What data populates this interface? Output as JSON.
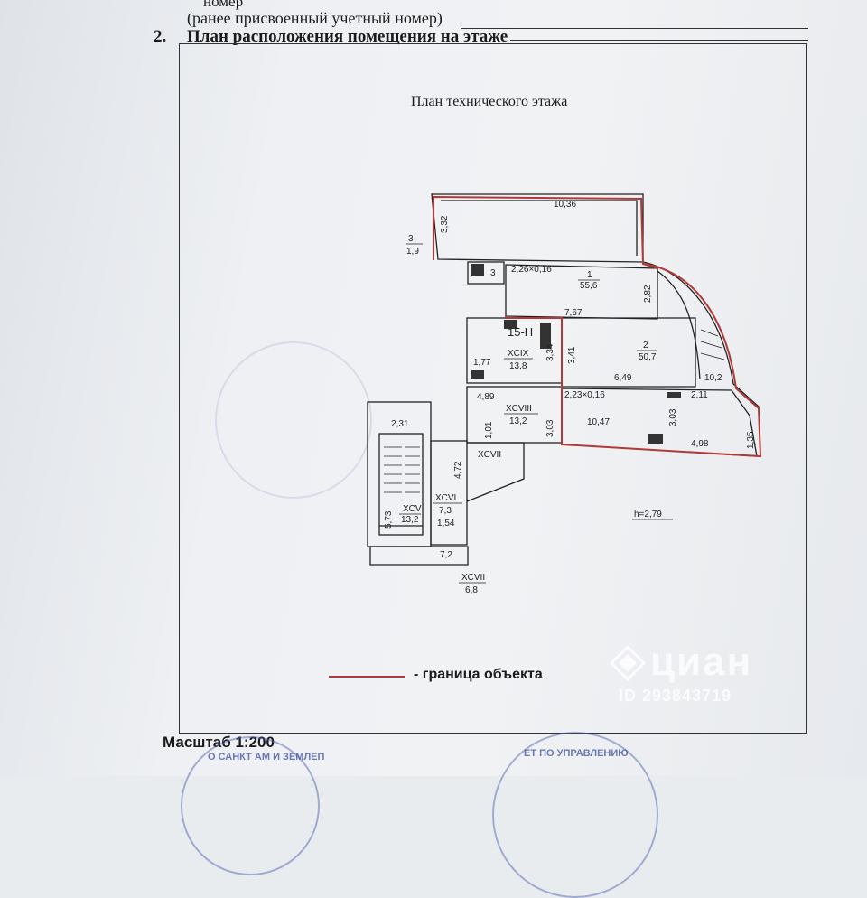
{
  "header": {
    "line1": "номер",
    "line2": "(ранее присвоенный учетный номер)",
    "section_number": "2.",
    "section_title": "План расположения помещения на этаже"
  },
  "plan": {
    "title": "План технического этажа",
    "labels": {
      "r1": "1",
      "r1_area": "55,6",
      "r2": "2",
      "r2_area": "50,7",
      "r3": "3",
      "r3_area": "1,9",
      "r3b": "3",
      "xcix": "XCIX",
      "xcix_area": "13,8",
      "xcviii": "XCVIII",
      "xcviii_area": "13,2",
      "xcvii": "XCVII",
      "xcvii2": "XCVII",
      "xcvii2_area": "6,8",
      "xcvi": "XCVI",
      "xcvi_area": "7,3",
      "xcv": "XCV",
      "xcv_area": "13,2",
      "d1036": "10,36",
      "d332": "3,32",
      "d226": "2,26×0,16",
      "d282": "2,82",
      "d767": "7,67",
      "d15h": "15-Н",
      "d334": "3,34",
      "d341": "3,41",
      "d177": "1,77",
      "d649": "6,49",
      "d102": "10,2",
      "d489": "4,89",
      "d223": "2,23×0,16",
      "d211": "2,11",
      "d101": "1,01",
      "d303a": "3,03",
      "d1047": "10,47",
      "d303b": "3,03",
      "d498": "4,98",
      "d135": "1,35",
      "d231": "2,31",
      "d472": "4,72",
      "d573": "5,73",
      "d154": "1,54",
      "d72": "7,2",
      "h": "h=2,79"
    }
  },
  "legend": {
    "text": "- граница объекта",
    "line_color": "#b03a3a"
  },
  "scale": "Масштаб  1:200",
  "stamps": {
    "left": "О САНКТ\nАМ И ЗЕМЛЕП",
    "right": "ЕТ ПО УПРАВЛЕНИЮ"
  },
  "watermark": {
    "brand": "циан",
    "id": "ID 293843719"
  }
}
